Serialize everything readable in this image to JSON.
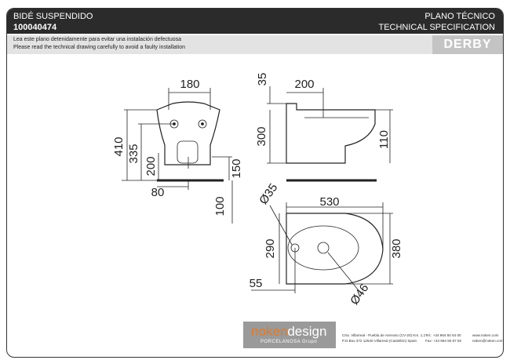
{
  "header": {
    "product_type": "BIDÉ SUSPENDIDO",
    "code": "100040474",
    "plan_es": "PLANO TÉCNICO",
    "plan_en": "TECHNICAL SPECIFICATION"
  },
  "notice": {
    "es": "Lea este plano detenidamente para evitar una instalación defectuosa",
    "en": "Please read the technical drawing carefully to avoid a faulty installation"
  },
  "model": "DERBY",
  "dims": {
    "front_width": "180",
    "front_h410": "410",
    "front_h335": "335",
    "front_h200": "200",
    "front_h150": "150",
    "front_w80": "80",
    "front_h100": "100",
    "side_35": "35",
    "side_200": "200",
    "side_300": "300",
    "side_110": "110",
    "top_530": "530",
    "top_d35": "Ø35",
    "top_290": "290",
    "top_380": "380",
    "top_55": "55",
    "top_d46": "Ø46"
  },
  "footer": {
    "logo_a": "noken",
    "logo_b": "design",
    "logo_sub": "PORCELANOSA Grupo",
    "addr1": "Ctra. Villarreal - Puebla de Arenoso (CV-20) Km. 1,1",
    "addr2": "P.O.Box 372 12540 Villarreal (Castellón) Spain",
    "tel": "Tel.: +34 964 50 64 00",
    "fax": "Fax: +34 964 50 67 82",
    "web": "www.noken.com",
    "email": "noken@noken.com"
  }
}
